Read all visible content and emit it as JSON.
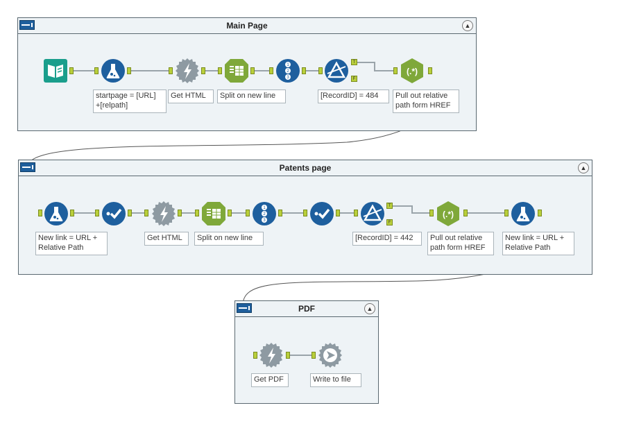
{
  "containers": {
    "main": {
      "title": "Main Page"
    },
    "patents": {
      "title": "Patents page"
    },
    "pdf": {
      "title": "PDF"
    }
  },
  "main_tools": {
    "formula": "startpage = [URL]\n+[relpath]",
    "download": "Get HTML",
    "text_to_columns": "Split on new line",
    "filter": "[RecordID] = 484",
    "regex": "Pull out relative path form HREF"
  },
  "patents_tools": {
    "formula1": "New link = URL + Relative Path",
    "download": "Get HTML",
    "text_to_columns": "Split on new line",
    "filter": "[RecordID] = 442",
    "regex": "Pull out relative path form HREF",
    "formula2": "New link = URL + Relative Path"
  },
  "pdf_tools": {
    "download": "Get PDF",
    "output": "Write to file"
  },
  "port_labels": {
    "true": "T",
    "false": "F"
  },
  "colors": {
    "blue": "#1e5f9e",
    "green": "#7fa83a",
    "gray": "#8e9aa2",
    "teal": "#1a9e8c",
    "port": "#b9cf3b"
  }
}
